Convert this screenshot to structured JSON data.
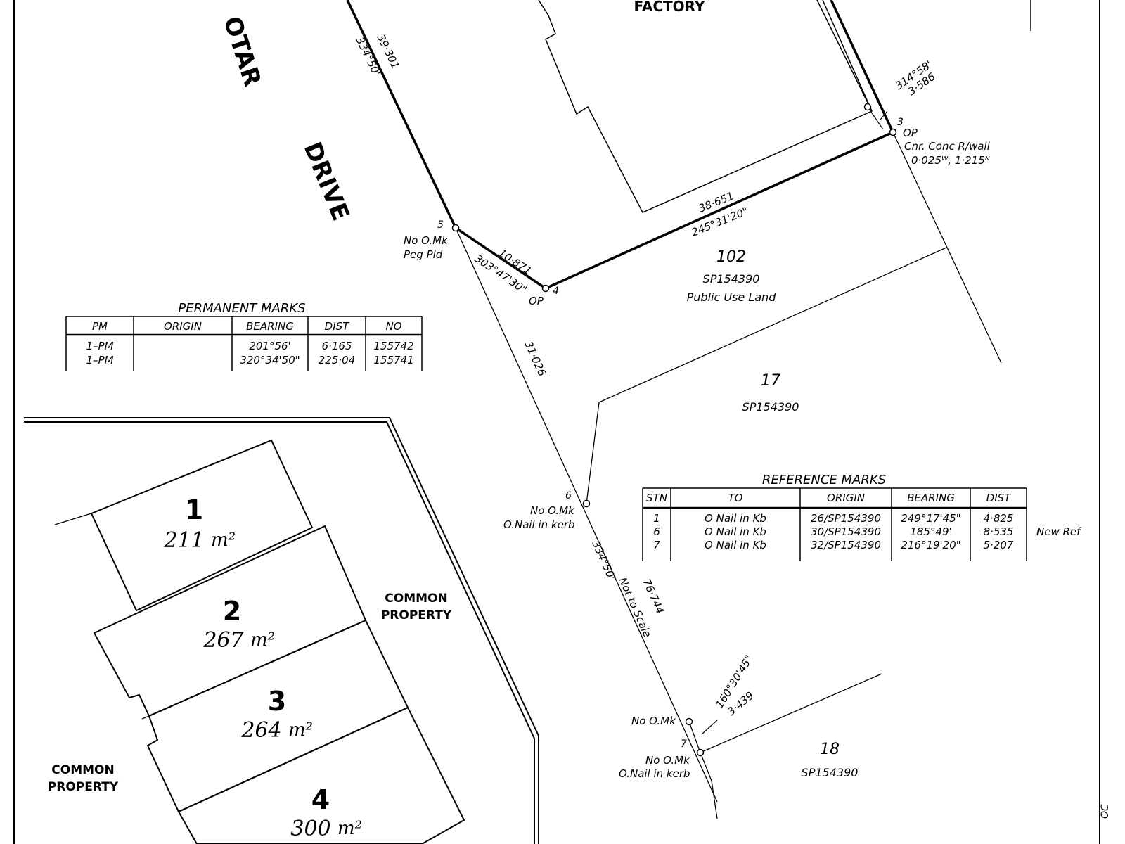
{
  "road": {
    "name_part1": "OTAR",
    "name_part2": "DRIVE"
  },
  "building": {
    "label": "FACTORY"
  },
  "boundary": {
    "line_5_top": {
      "distance": "39·301",
      "bearing": "334°50'"
    },
    "line_3_corner": {
      "bearing": "314°58'",
      "distance": "3·586"
    },
    "line_4_3": {
      "distance": "38·651",
      "bearing": "245°31'20\""
    },
    "line_5_4": {
      "distance": "10·871",
      "bearing": "303°47'30\""
    },
    "line_5_6": {
      "distance": "31·026"
    },
    "line_6_7": {
      "bearing": "334°50'",
      "distance": "76·744",
      "note": "Not to Scale"
    },
    "line_7_corner": {
      "bearing": "160°30'45\"",
      "distance": "3·439"
    }
  },
  "stations": {
    "s3": {
      "num": "3",
      "mark": "OP",
      "desc1": "Cnr. Conc R/wall",
      "desc2": "0·025ᵂ, 1·215ᴺ"
    },
    "s4": {
      "num": "4",
      "mark": "OP"
    },
    "s5": {
      "num": "5",
      "desc1": "No O.Mk",
      "desc2": "Peg Pld"
    },
    "s6": {
      "num": "6",
      "desc1": "No O.Mk",
      "desc2": "O.Nail in kerb"
    },
    "s7": {
      "num": "7",
      "desc1": "No O.Mk",
      "desc2": "O.Nail in kerb"
    },
    "s7a": {
      "desc1": "No O.Mk"
    }
  },
  "parcels": {
    "p102": {
      "lot": "102",
      "plan": "SP154390",
      "desc": "Public Use Land"
    },
    "p17": {
      "lot": "17",
      "plan": "SP154390"
    },
    "p18": {
      "lot": "18",
      "plan": "SP154390"
    }
  },
  "lots": [
    {
      "num": "1",
      "area": "211",
      "unit": "m²"
    },
    {
      "num": "2",
      "area": "267",
      "unit": "m²"
    },
    {
      "num": "3",
      "area": "264",
      "unit": "m²"
    },
    {
      "num": "4",
      "area": "300",
      "unit": "m²"
    }
  ],
  "common_property": {
    "right_line1": "COMMON",
    "right_line2": "PROPERTY",
    "left_line1": "COMMON",
    "left_line2": "PROPERTY"
  },
  "permanent_marks": {
    "title": "PERMANENT MARKS",
    "headers": [
      "PM",
      "ORIGIN",
      "BEARING",
      "DIST",
      "NO"
    ],
    "rows": [
      [
        "1–PM",
        "",
        "201°56'",
        "6·165",
        "155742"
      ],
      [
        "1–PM",
        "",
        "320°34'50\"",
        "225·04",
        "155741"
      ]
    ]
  },
  "reference_marks": {
    "title": "REFERENCE MARKS",
    "headers": [
      "STN",
      "TO",
      "ORIGIN",
      "BEARING",
      "DIST"
    ],
    "rows": [
      [
        "1",
        "O Nail in Kb",
        "26/SP154390",
        "249°17'45\"",
        "4·825"
      ],
      [
        "6",
        "O Nail in Kb",
        "30/SP154390",
        "185°49'",
        "8·535"
      ],
      [
        "7",
        "O Nail in Kb",
        "32/SP154390",
        "216°19'20\"",
        "5·207"
      ]
    ],
    "note": "New Ref"
  },
  "edge_mark": "OC"
}
